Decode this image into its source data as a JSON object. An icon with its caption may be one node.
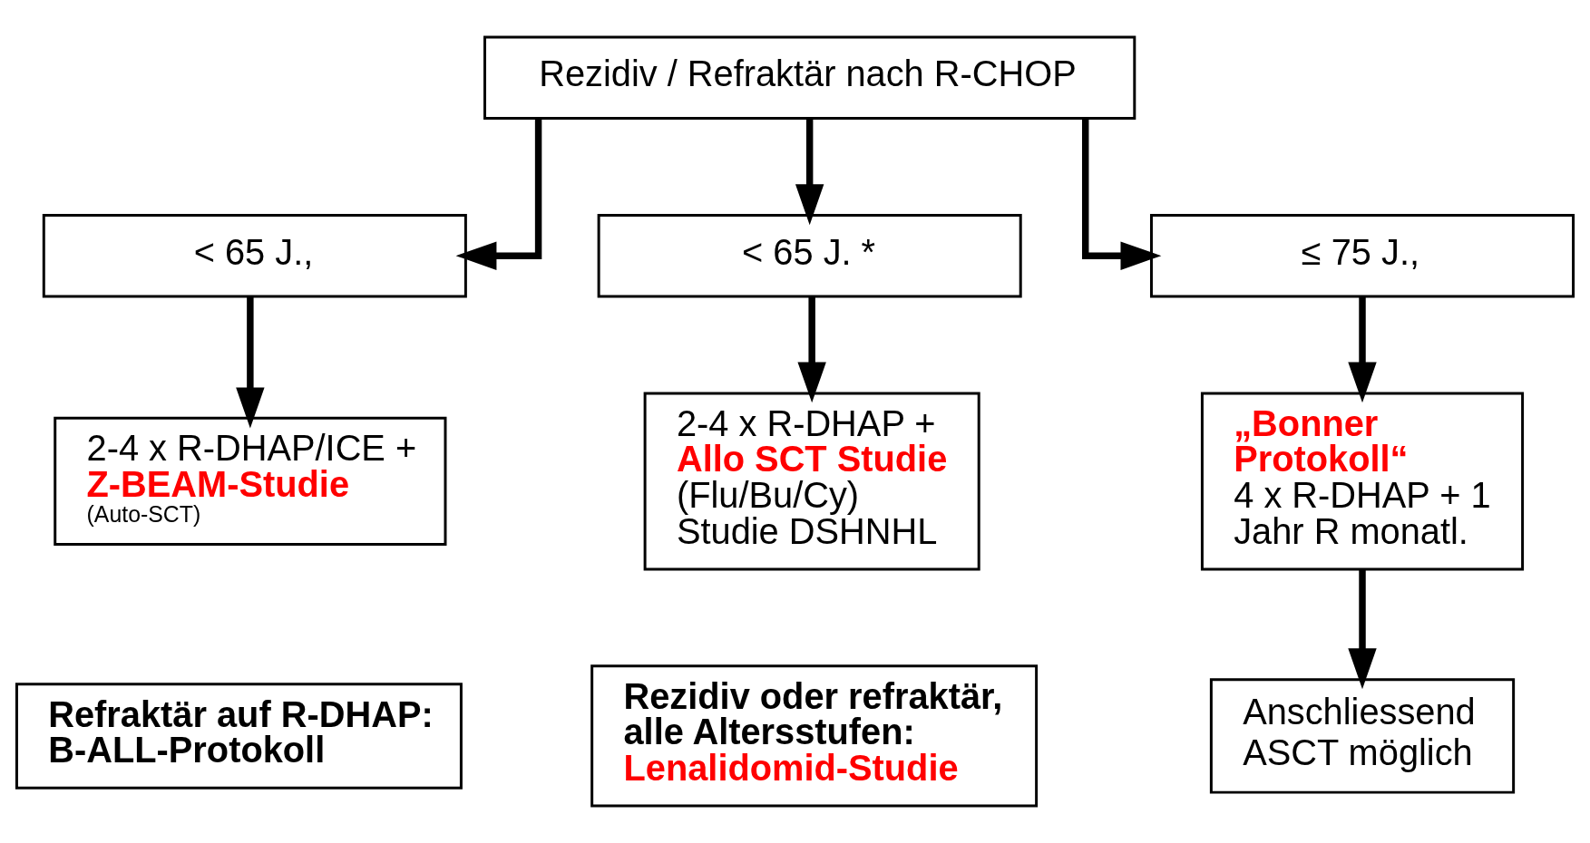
{
  "diagram": {
    "nodes": [
      {
        "text": [
          "Rezidiv / Refraktär nach R-CHOP"
        ]
      },
      {
        "text": [
          "< 65 J.,"
        ]
      },
      {
        "text": [
          "< 65 J. *"
        ]
      },
      {
        "text": [
          "≤ 75 J.,"
        ]
      },
      {
        "text": [
          "2-4 x R-DHAP/ICE +",
          "Z-BEAM-Studie",
          "(Auto-SCT)"
        ]
      },
      {
        "text": [
          "2-4 x R-DHAP +",
          "Allo SCT Studie",
          "(Flu/Bu/Cy) Studie DSHNHL"
        ]
      },
      {
        "text": [
          "„Bonner Protokoll“",
          "4 x R-DHAP + 1 Jahr R monatl."
        ]
      },
      {
        "text": [
          "Anschliessend ASCT möglich"
        ]
      },
      {
        "text": [
          "Refraktär auf R-DHAP: B-ALL-Protokoll"
        ]
      },
      {
        "text": [
          "Rezidiv oder refraktär, alle Altersstufen:",
          "Lenalidomid-Studie"
        ]
      }
    ],
    "edges": [
      {
        "from": 0,
        "to": 1,
        "arrow": "to"
      },
      {
        "from": 0,
        "to": 2,
        "arrow": "to"
      },
      {
        "from": 0,
        "to": 3,
        "arrow": "to"
      },
      {
        "from": 1,
        "to": 4,
        "arrow": "to"
      },
      {
        "from": 2,
        "to": 5,
        "arrow": "to"
      },
      {
        "from": 3,
        "to": 6,
        "arrow": "to"
      },
      {
        "from": 6,
        "to": 7,
        "arrow": "to"
      }
    ]
  }
}
